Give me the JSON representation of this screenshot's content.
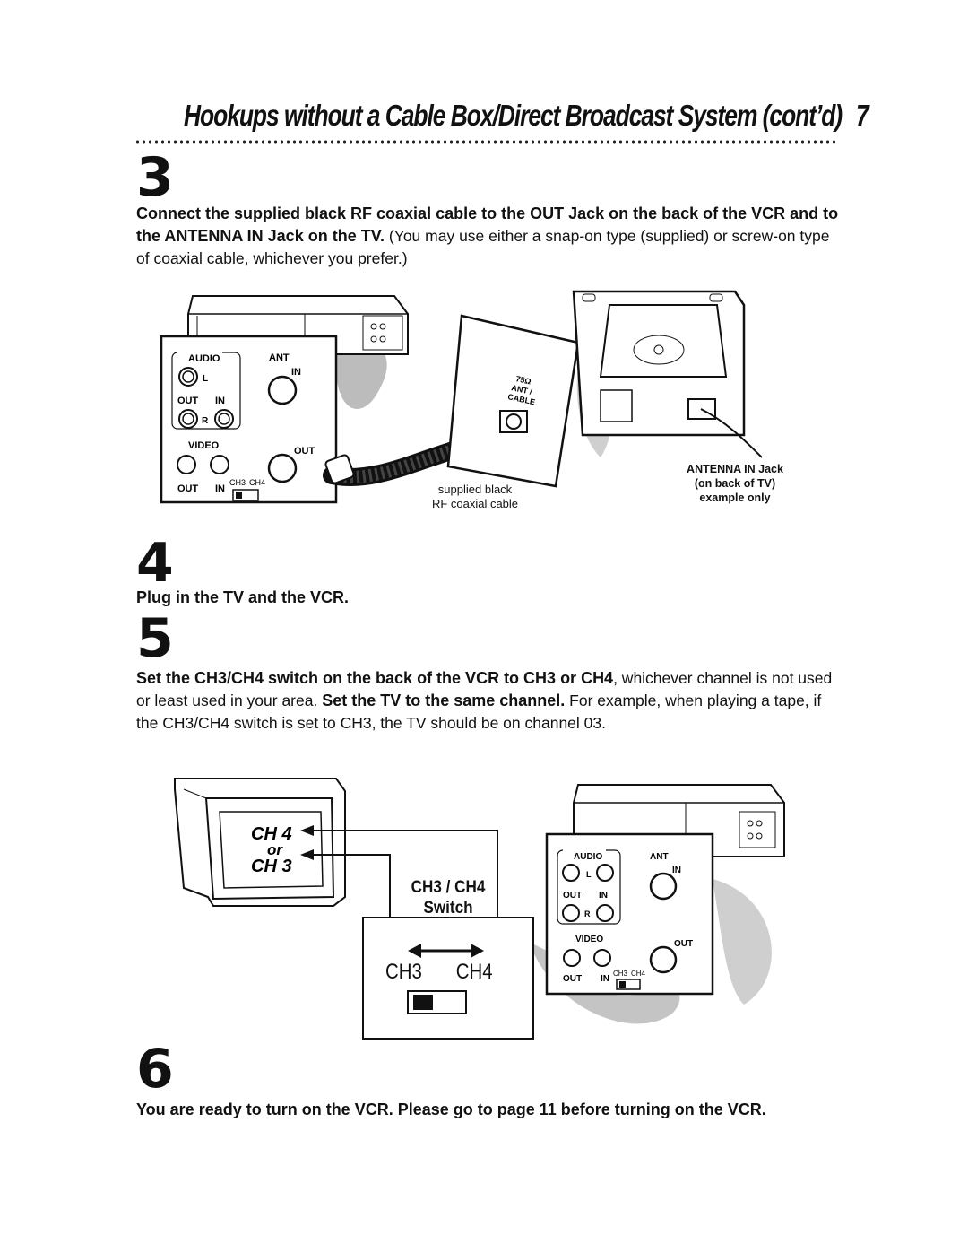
{
  "header": {
    "title": "Hookups without a Cable Box/Direct Broadcast System (cont’d)",
    "page_number": "7"
  },
  "step3": {
    "number": "3",
    "bold": "Connect the supplied black RF coaxial cable to the OUT Jack on the back of the VCR and to the ANTENNA IN Jack on the TV.",
    "normal": " (You may use either a snap-on type (supplied) or screw-on type of coaxial cable, whichever you prefer.)",
    "figure": {
      "vcr_panel": {
        "audio": "AUDIO",
        "l": "L",
        "out": "OUT",
        "in": "IN",
        "r": "R",
        "video": "VIDEO",
        "ant": "ANT",
        "ant_in": "IN",
        "ant_out": "OUT",
        "video_out": "OUT",
        "video_in": "IN",
        "ch3": "CH3",
        "ch4": "CH4"
      },
      "tv_jack_label_1": "75Ω",
      "tv_jack_label_2": "ANT /",
      "tv_jack_label_3": "CABLE",
      "cable_caption_1": "supplied black",
      "cable_caption_2": "RF coaxial cable",
      "antenna_caption_1": "ANTENNA IN Jack",
      "antenna_caption_2": "(on back of TV)",
      "antenna_caption_3": "example only"
    }
  },
  "step4": {
    "number": "4",
    "bold": "Plug in the TV and the VCR."
  },
  "step5": {
    "number": "5",
    "bold1": "Set the CH3/CH4 switch on the back of the VCR to CH3 or CH4",
    "normal1": ", whichever channel is not used or least used in your area. ",
    "bold2": "Set the TV to the same channel.",
    "normal2": " For example, when playing a tape, if the CH3/CH4 switch is set to CH3, the TV should be on channel 03.",
    "figure": {
      "tv_ch4": "CH 4",
      "tv_or": "or",
      "tv_ch3": "CH 3",
      "switch_title_1": "CH3 / CH4",
      "switch_title_2": "Switch",
      "switch_ch3": "CH3",
      "switch_ch4": "CH4"
    }
  },
  "step6": {
    "number": "6",
    "bold": "You are ready to turn on the VCR.  Please go to page 11 before turning on the VCR."
  }
}
